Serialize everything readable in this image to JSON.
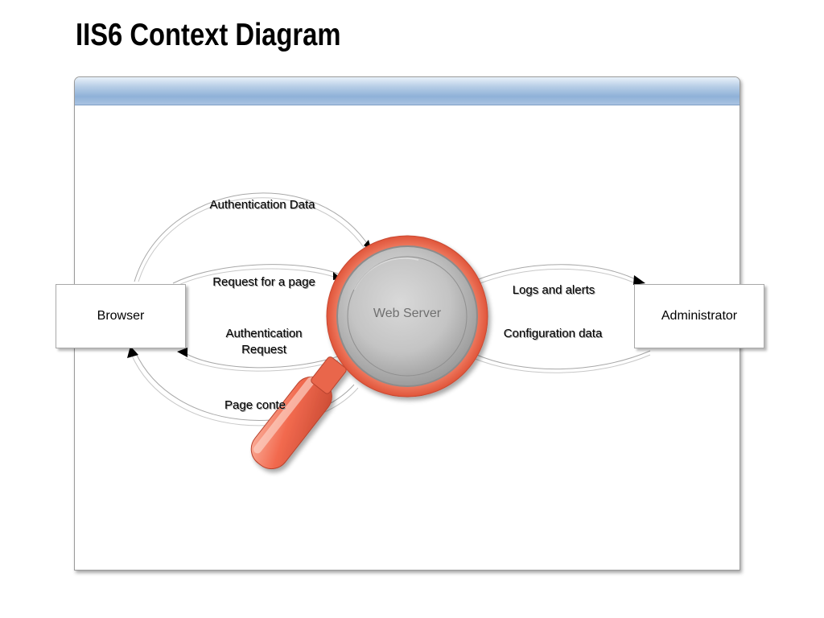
{
  "slide": {
    "title": "IIS6 Context Diagram"
  },
  "entities": {
    "browser": "Browser",
    "administrator": "Administrator",
    "web_server": "Web Server"
  },
  "flows": {
    "authentication_data": "Authentication Data",
    "request_for_page": "Request for a page",
    "authentication_request": "Authentication Request",
    "page_content": "Page conte",
    "logs_and_alerts": "Logs and alerts",
    "configuration_data": "Configuration data"
  },
  "colors": {
    "magnifier_accent": "#f26a4f",
    "header_blue": "#8fb1d8"
  },
  "icons": {
    "web_server": "magnifying-glass-icon"
  }
}
